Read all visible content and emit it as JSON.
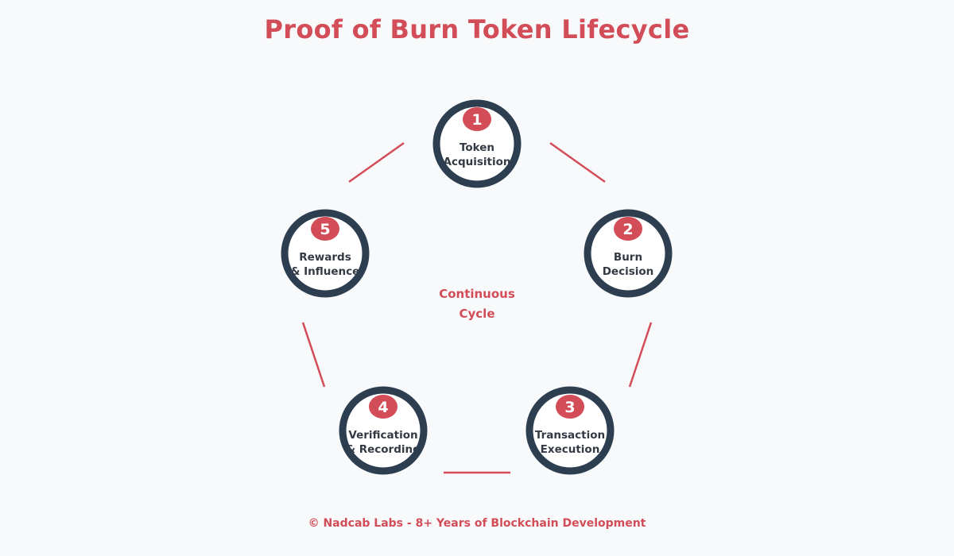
{
  "title": "Proof of Burn Token Lifecycle",
  "center": {
    "line1": "Continuous",
    "line2": "Cycle"
  },
  "steps": [
    {
      "number": "1",
      "line1": "Token",
      "line2": "Acquisition"
    },
    {
      "number": "2",
      "line1": "Burn",
      "line2": "Decision"
    },
    {
      "number": "3",
      "line1": "Transaction",
      "line2": "Execution"
    },
    {
      "number": "4",
      "line1": "Verification",
      "line2": "& Recording"
    },
    {
      "number": "5",
      "line1": "Rewards",
      "line2": "& Influence"
    }
  ],
  "footer": "© Nadcab Labs - 8+ Years of Blockchain Development",
  "colors": {
    "accent": "#d24d57",
    "ring": "#2c3e50",
    "background": "#f8f9fb",
    "text": "#333a44"
  }
}
